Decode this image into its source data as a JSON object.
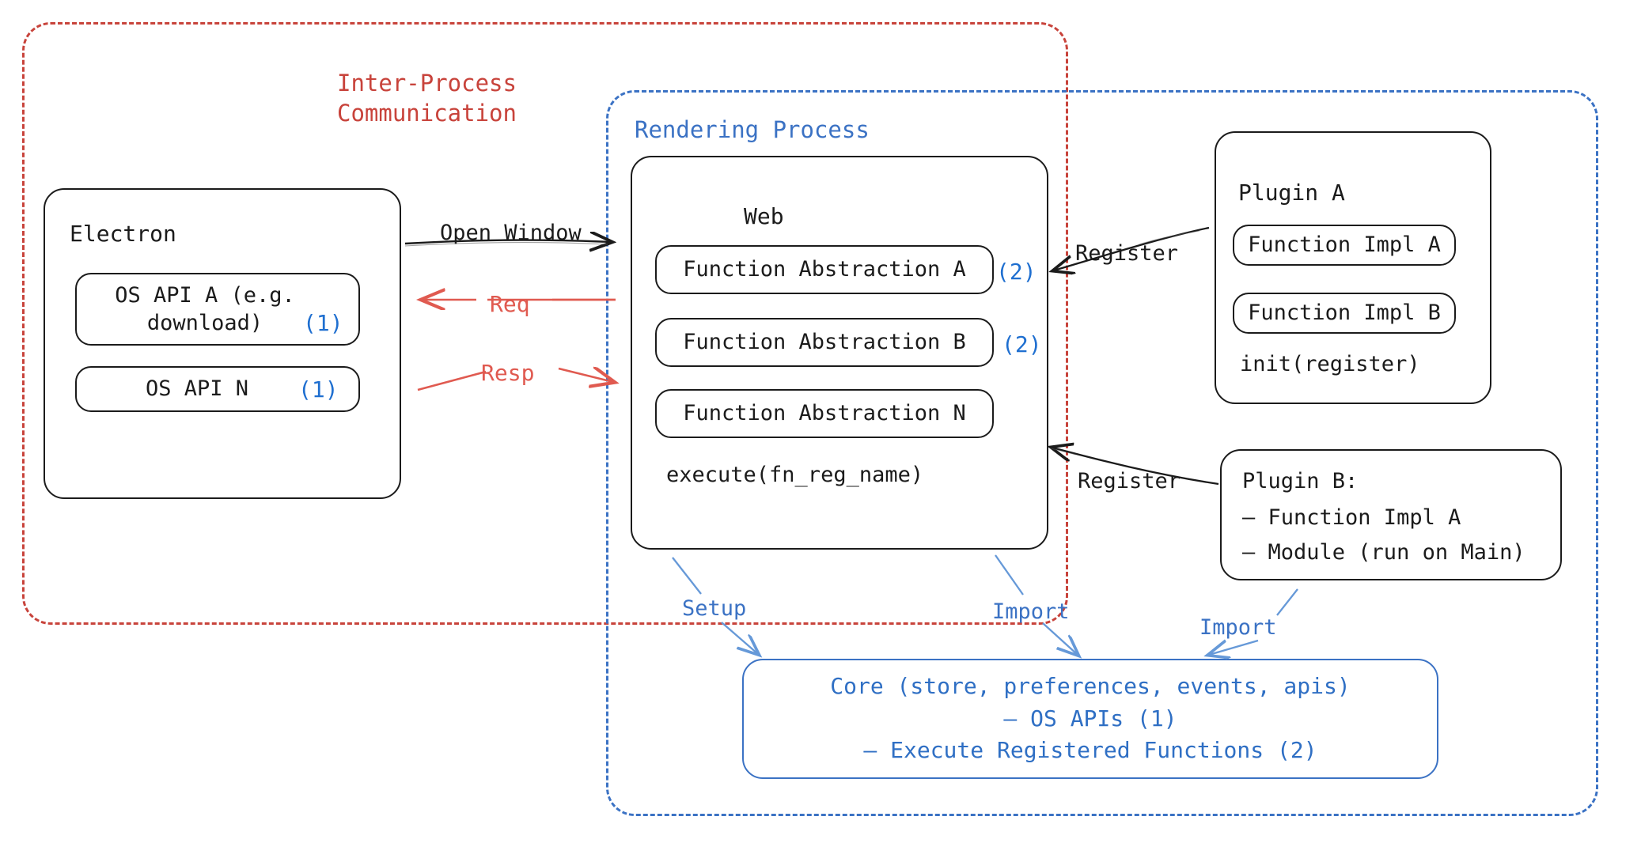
{
  "diagram": {
    "title_ipc": "Inter-Process\nCommunication",
    "title_rendering": "Rendering Process",
    "electron": {
      "title": "Electron",
      "apis": [
        {
          "label": "OS API A (e.g.\ndownload)",
          "marker": "(1)"
        },
        {
          "label": "OS API N",
          "marker": "(1)"
        }
      ]
    },
    "web": {
      "title": "Web",
      "abstractions": [
        {
          "label": "Function Abstraction A",
          "marker": "(2)"
        },
        {
          "label": "Function Abstraction B",
          "marker": "(2)"
        },
        {
          "label": "Function Abstraction N",
          "marker": ""
        }
      ],
      "footer": "execute(fn_reg_name)"
    },
    "plugin_a": {
      "title": "Plugin A",
      "functions": [
        "Function Impl A",
        "Function Impl B"
      ],
      "footer": "init(register)"
    },
    "plugin_b": {
      "title": "Plugin B:",
      "lines": [
        "– Function Impl A",
        "– Module (run on Main)"
      ]
    },
    "core": {
      "text": "Core (store, preferences, events, apis)\n– OS APIs (1)\n– Execute Registered Functions (2)"
    },
    "edges": {
      "open_window": "Open Window",
      "req": "Req",
      "resp": "Resp",
      "register_a": "Register",
      "register_b": "Register",
      "setup": "Setup",
      "import_web": "Import",
      "import_plugin": "Import"
    },
    "colors": {
      "ipc_red": "#c8433b",
      "arrow_red": "#e05a50",
      "rendering_blue": "#3b72c4",
      "marker_blue": "#1f6fd0",
      "node_black": "#1b1b1b"
    }
  }
}
